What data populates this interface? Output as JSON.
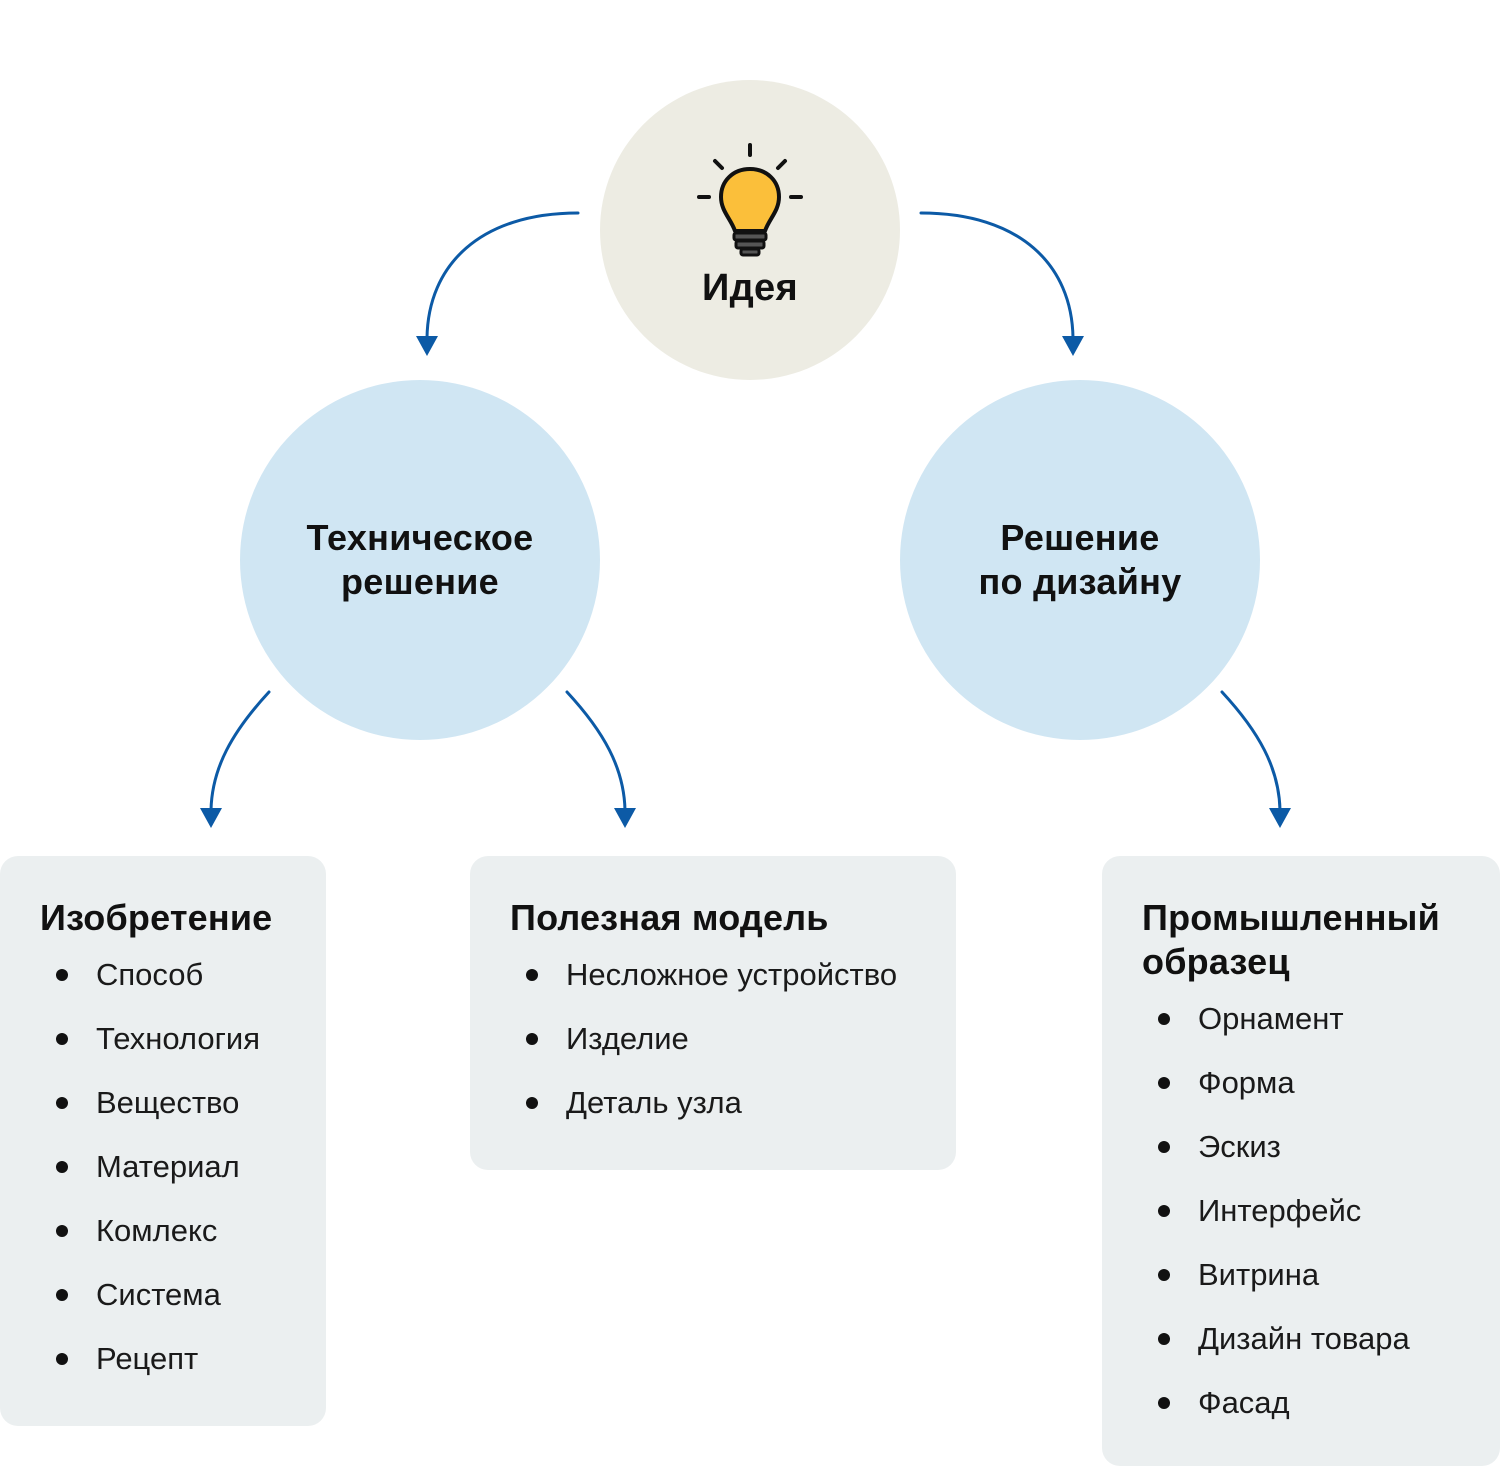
{
  "colors": {
    "arrow": "#0c5aa6",
    "idea_circle": "#edece3",
    "solution_circle": "#d0e6f3",
    "box_background": "#ebeff0",
    "bulb_fill": "#fbbf3a",
    "bulb_outline": "#111111",
    "bulb_base": "#555555"
  },
  "idea": {
    "icon": "lightbulb-icon",
    "title": "Идея"
  },
  "technical_solution": {
    "line1": "Техническое",
    "line2": "решение"
  },
  "design_solution": {
    "line1": "Решение",
    "line2": "по дизайну"
  },
  "invention": {
    "title": "Изобретение",
    "items": [
      "Способ",
      "Технология",
      "Вещество",
      "Материал",
      "Комлекс",
      "Система",
      "Рецепт"
    ]
  },
  "utility_model": {
    "title": "Полезная модель",
    "items": [
      "Несложное устройство",
      "Изделие",
      "Деталь узла"
    ]
  },
  "industrial_design": {
    "title_line1": "Промышленный",
    "title_line2": "образец",
    "items": [
      "Орнамент",
      "Форма",
      "Эскиз",
      "Интерфейс",
      "Витрина",
      "Дизайн товара",
      "Фасад"
    ]
  }
}
